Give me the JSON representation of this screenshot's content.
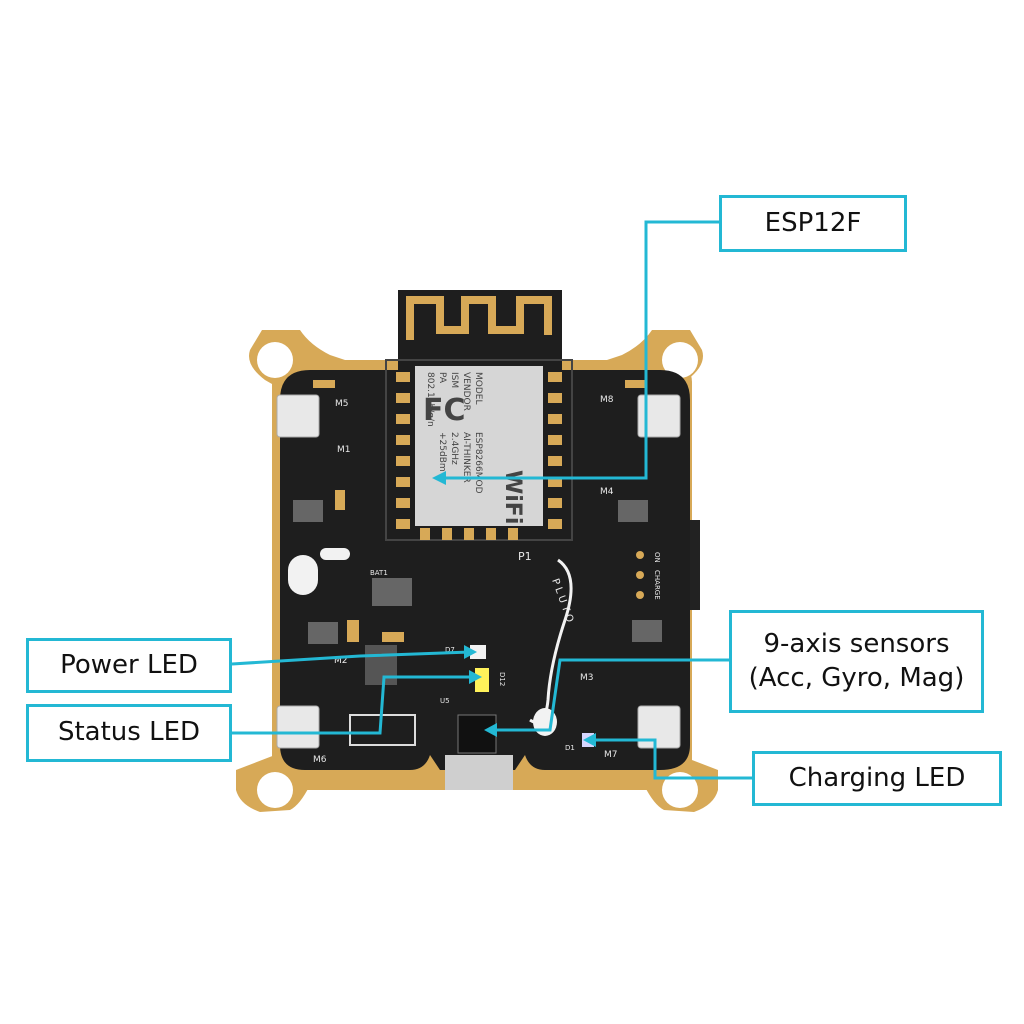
{
  "callouts": {
    "esp": "ESP12F",
    "power_led": "Power LED",
    "status_led": "Status LED",
    "sensors_line1": "9-axis sensors",
    "sensors_line2": "(Acc, Gyro, Mag)",
    "charging_led": "Charging LED"
  },
  "board_labels": {
    "m1": "M1",
    "m2": "M2",
    "m3": "M3",
    "m4": "M4",
    "m5": "M5",
    "m6": "M6",
    "m7": "M7",
    "m8": "M8",
    "p1": "P1",
    "bat": "BAT1",
    "d12": "D12",
    "d7": "D7",
    "d1": "D1",
    "u5": "U5",
    "on": "ON",
    "charge": "CHARGE",
    "brand": "P L U T O"
  },
  "module_text": {
    "model": "MODEL",
    "vendor": "VENDOR",
    "ism": "ISM",
    "pa": "PA",
    "std": "802.11b/g/n",
    "model_val": "ESP8266MOD",
    "vendor_val": "AI-THINKER",
    "ism_val": "2.4GHz",
    "pa_val": "+25dBm",
    "fcc": "FC",
    "wifi": "WiFi"
  },
  "colors": {
    "accent": "#23b8d4",
    "pcb": "#1e1e1e",
    "gold": "#d7a957",
    "led_white": "#f2f2f2",
    "led_yellow": "#fff25a"
  }
}
